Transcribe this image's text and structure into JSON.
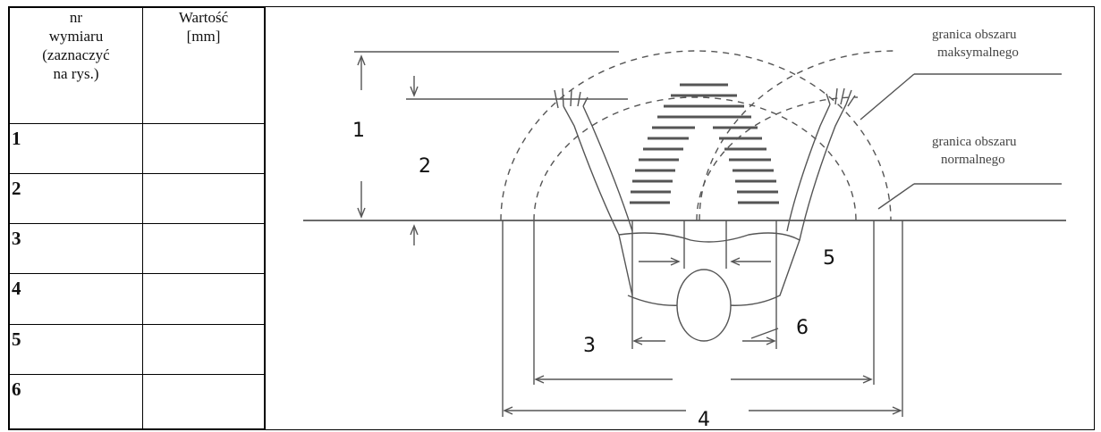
{
  "table": {
    "header_col1": [
      "nr",
      "wymiaru",
      "(zaznaczyć",
      "na rys.)"
    ],
    "header_col2": [
      "Wartość",
      "[mm]"
    ],
    "rows": [
      {
        "label": "1",
        "value": ""
      },
      {
        "label": "2",
        "value": ""
      },
      {
        "label": "3",
        "value": ""
      },
      {
        "label": "4",
        "value": ""
      },
      {
        "label": "5",
        "value": ""
      },
      {
        "label": "6",
        "value": ""
      }
    ]
  },
  "figure": {
    "labels": {
      "d1": "1",
      "d2": "2",
      "d3": "3",
      "d4": "4",
      "d5": "5",
      "d6": "6"
    },
    "legend_max": [
      "granica obszaru",
      "maksymalnego"
    ],
    "legend_norm": [
      "granica obszaru",
      "normalnego"
    ]
  }
}
